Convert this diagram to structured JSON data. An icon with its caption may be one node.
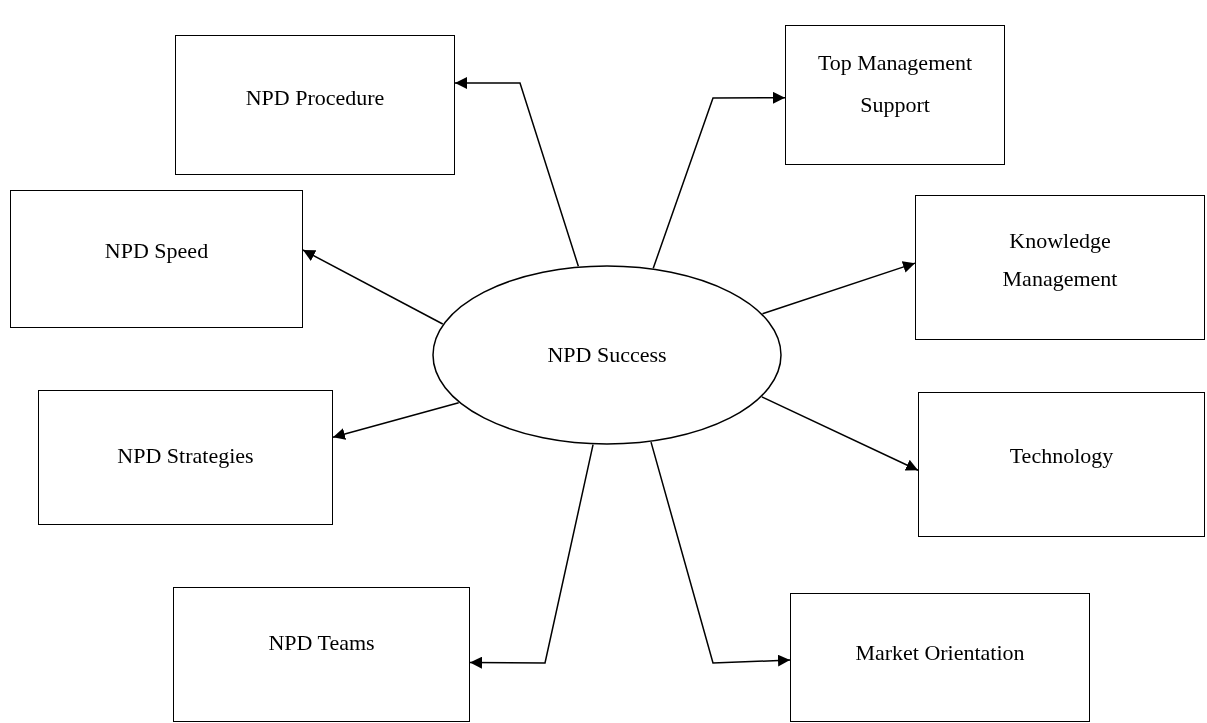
{
  "diagram": {
    "nodes": [
      {
        "text": [
          "NPD Procedure"
        ]
      },
      {
        "text": [
          "Top Management Support"
        ]
      },
      {
        "text": [
          "NPD Speed"
        ]
      },
      {
        "text": [
          "Knowledge Management"
        ]
      },
      {
        "text": [
          "NPD Success"
        ]
      },
      {
        "text": [
          "NPD Strategies"
        ]
      },
      {
        "text": [
          "Technology"
        ]
      },
      {
        "text": [
          "NPD Teams"
        ]
      },
      {
        "text": [
          "Market Orientation"
        ]
      }
    ],
    "edges": [
      {
        "from": 4,
        "to": 0,
        "arrow": "to"
      },
      {
        "from": 4,
        "to": 1,
        "arrow": "to"
      },
      {
        "from": 4,
        "to": 2,
        "arrow": "to"
      },
      {
        "from": 4,
        "to": 3,
        "arrow": "to"
      },
      {
        "from": 4,
        "to": 5,
        "arrow": "to"
      },
      {
        "from": 4,
        "to": 6,
        "arrow": "to"
      },
      {
        "from": 4,
        "to": 7,
        "arrow": "to"
      },
      {
        "from": 4,
        "to": 8,
        "arrow": "to"
      }
    ]
  }
}
